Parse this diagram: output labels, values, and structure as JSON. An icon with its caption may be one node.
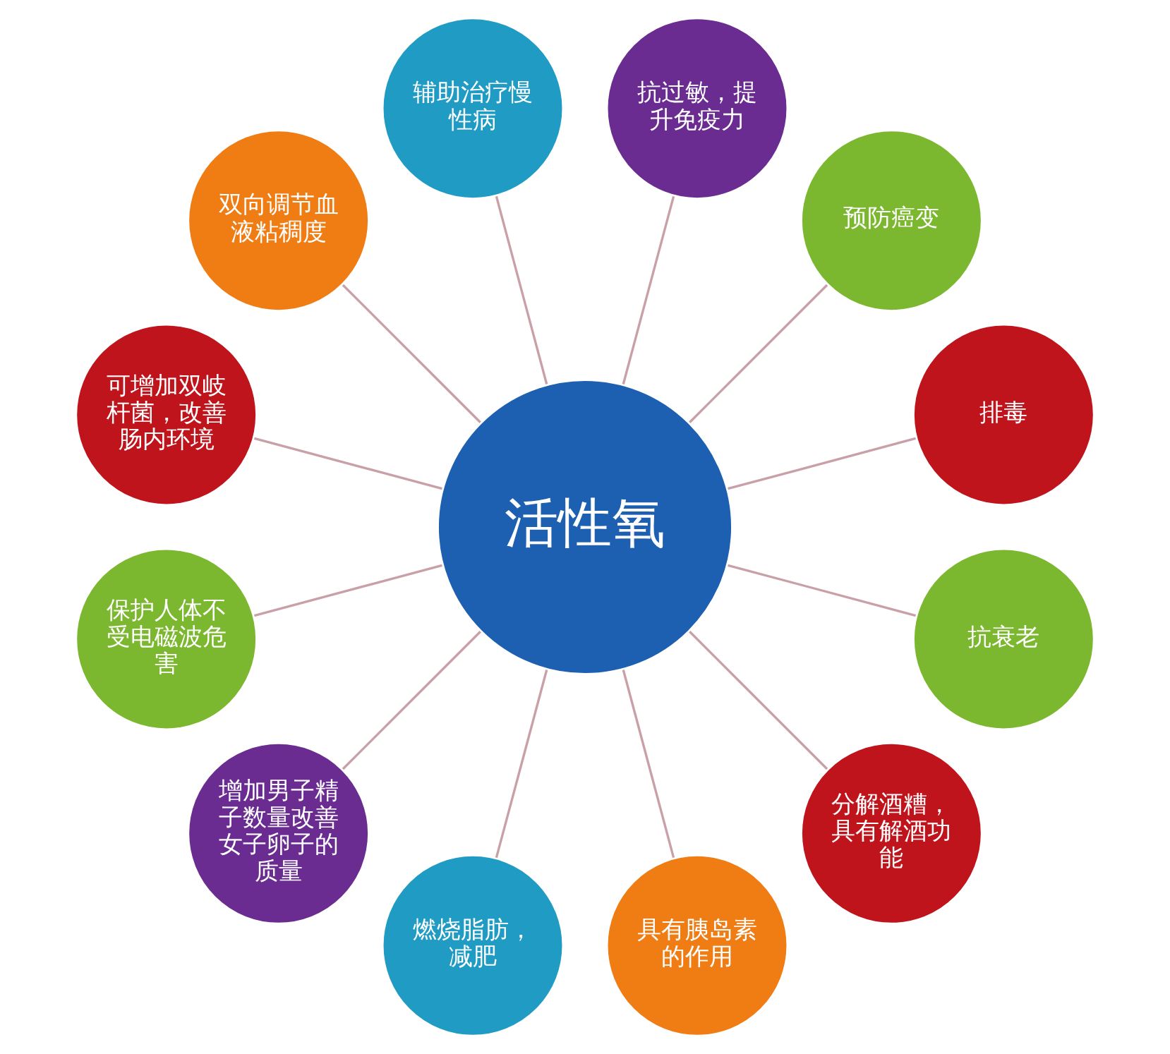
{
  "diagram": {
    "nodes": [
      {
        "text": [
          "活性氧"
        ]
      },
      {
        "text": [
          "排毒"
        ]
      },
      {
        "text": [
          "预防癌变"
        ]
      },
      {
        "text": [
          "抗过敏，提升免疫力"
        ]
      },
      {
        "text": [
          "辅助治疗慢性病"
        ]
      },
      {
        "text": [
          "双向调节血液粘稠度"
        ]
      },
      {
        "text": [
          "可增加双岐杆菌，改善肠内环境"
        ]
      },
      {
        "text": [
          "保护人体不受电磁波危害"
        ]
      },
      {
        "text": [
          "增加男子精子数量改善女子卵子的质量"
        ]
      },
      {
        "text": [
          "燃烧脂肪，减肥"
        ]
      },
      {
        "text": [
          "具有胰岛素的作用"
        ]
      },
      {
        "text": [
          "分解酒糟，具有解酒功能"
        ]
      },
      {
        "text": [
          "抗衰老"
        ]
      }
    ],
    "edges": [
      {
        "from": 0,
        "to": 1,
        "arrow": "none"
      },
      {
        "from": 0,
        "to": 2,
        "arrow": "none"
      },
      {
        "from": 0,
        "to": 3,
        "arrow": "none"
      },
      {
        "from": 0,
        "to": 4,
        "arrow": "none"
      },
      {
        "from": 0,
        "to": 5,
        "arrow": "none"
      },
      {
        "from": 0,
        "to": 6,
        "arrow": "none"
      },
      {
        "from": 0,
        "to": 7,
        "arrow": "none"
      },
      {
        "from": 0,
        "to": 8,
        "arrow": "none"
      },
      {
        "from": 0,
        "to": 9,
        "arrow": "none"
      },
      {
        "from": 0,
        "to": 10,
        "arrow": "none"
      },
      {
        "from": 0,
        "to": 11,
        "arrow": "none"
      },
      {
        "from": 0,
        "to": 12,
        "arrow": "none"
      }
    ]
  }
}
